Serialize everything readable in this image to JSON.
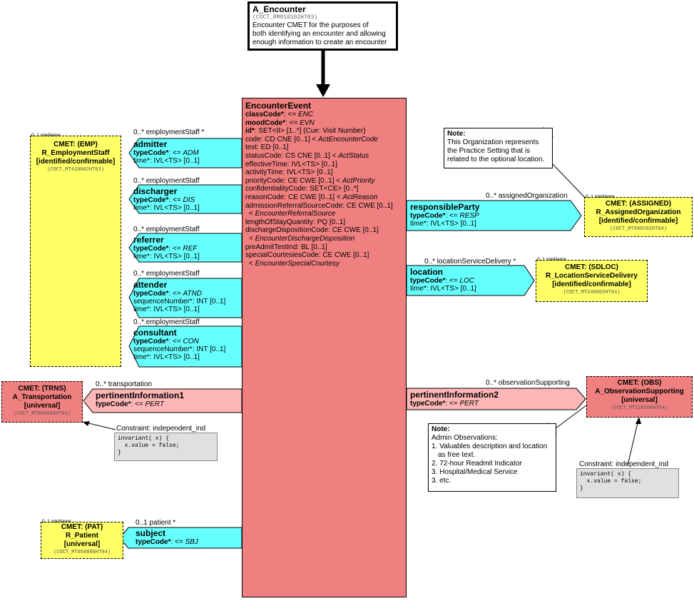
{
  "entry": {
    "title": "A_Encounter",
    "code": "(COCT_RM010102HT03)",
    "desc1": "Encounter CMET for the purposes of",
    "desc2": "both identifying an encounter and allowing",
    "desc3": "enough information to create an encounter"
  },
  "event": {
    "title": "EncounterEvent",
    "attrs": [
      {
        "name": "classCode*",
        "rest": ": <= ",
        "ital": "ENC",
        "bold": true
      },
      {
        "name": "moodCode*",
        "rest": ": <= ",
        "ital": "EVN",
        "bold": true
      },
      {
        "name": "id*",
        "rest": ": SET<II> [1..*] (Cue: Visit Number)",
        "ital": "",
        "bold": true
      },
      {
        "name": "code",
        "rest": ": CD CNE [0..1] < ",
        "ital": "ActEncounterCode",
        "bold": false
      },
      {
        "name": "text",
        "rest": ": ED [0..1]",
        "ital": "",
        "bold": false
      },
      {
        "name": "statusCode",
        "rest": ": CS CNE [0..1] < ",
        "ital": "ActStatus",
        "bold": false
      },
      {
        "name": "effectiveTime",
        "rest": ": IVL<TS> [0..1]",
        "ital": "",
        "bold": false
      },
      {
        "name": "activityTime",
        "rest": ": IVL<TS> [0..1]",
        "ital": "",
        "bold": false
      },
      {
        "name": "priorityCode",
        "rest": ": CE CWE [0..1] < ",
        "ital": "ActPriority",
        "bold": false
      },
      {
        "name": "confidentialityCode",
        "rest": ": SET<CE> [0..*]",
        "ital": "",
        "bold": false
      },
      {
        "name": "reasonCode",
        "rest": ": CE CWE [0..1] < ",
        "ital": "ActReason",
        "bold": false
      },
      {
        "name": "admissionReferralSourceCode",
        "rest": ": CE CWE [0..1]",
        "ital": "",
        "bold": false
      },
      {
        "name": "",
        "rest": "< ",
        "ital": "EncounterReferralSource",
        "bold": false,
        "indent": true
      },
      {
        "name": "lengthOfStayQuantity",
        "rest": ": PQ [0..1]",
        "ital": "",
        "bold": false
      },
      {
        "name": "dischargeDispositionCode",
        "rest": ": CE CWE [0..1]",
        "ital": "",
        "bold": false
      },
      {
        "name": "",
        "rest": "< ",
        "ital": "EncounterDischargeDisposition",
        "bold": false,
        "indent": true
      },
      {
        "name": "preAdmitTestInd",
        "rest": ": BL [0..1]",
        "ital": "",
        "bold": false
      },
      {
        "name": "specialCourtesiesCode",
        "rest": ": CE CWE [0..1]",
        "ital": "",
        "bold": false
      },
      {
        "name": "",
        "rest": "< ",
        "ital": "EncounterSpecialCourtesy",
        "bold": false,
        "indent": true
      }
    ]
  },
  "left_rels": {
    "admitter": {
      "label": "0..* employmentStaff  *",
      "name": "admitter",
      "type_ital": "ADM",
      "time": "time*: IVL<TS> [0..1]"
    },
    "discharger": {
      "label": "0..* employmentStaff",
      "name": "discharger",
      "type_ital": "DIS",
      "time": "time*: IVL<TS> [0..1]"
    },
    "referrer": {
      "label": "0..* employmentStaff",
      "name": "referrer",
      "type_ital": "REF",
      "time": "time*: IVL<TS> [0..1]"
    },
    "attender": {
      "label": "0..* employmentStaff",
      "name": "attender",
      "type_ital": "ATND",
      "seq": "sequenceNumber*: INT [0..1]",
      "time": "time*: IVL<TS> [0..1]"
    },
    "consultant": {
      "label": "0..* employmentStaff",
      "name": "consultant",
      "type_ital": "CON",
      "seq": "sequenceNumber*: INT [0..1]",
      "time": "time*: IVL<TS> [0..1]"
    },
    "pertinent1": {
      "label": "0..* transportation",
      "name": "pertinentInformation1",
      "type_ital": "PERT"
    },
    "subject": {
      "label": "0..1 patient  *",
      "name": "subject",
      "type_ital": "SBJ"
    }
  },
  "right_rels": {
    "responsible": {
      "label": "0..* assignedOrganization",
      "name": "responsibleParty",
      "type_ital": "RESP",
      "time": "time*: IVL<TS> [0..1]"
    },
    "location": {
      "label": "0..* locationServiceDelivery  *",
      "name": "location",
      "type_ital": "LOC",
      "time": "time*: IVL<TS> [0..1]"
    },
    "pertinent2": {
      "label": "0..* observationSupporting",
      "name": "pertinentInformation2",
      "type_ital": "PERT"
    }
  },
  "type_prefix": "typeCode*",
  "type_mid": ": <= ",
  "cmets": {
    "emp": {
      "role": "0..1 roleName",
      "l1": "CMET: (EMP)",
      "l2": "R_EmploymentStaff",
      "l3": "[identified/confirmable]",
      "code": "(COCT_MT410002HT03)"
    },
    "trns": {
      "l1": "CMET: (TRNS)",
      "l2": "A_Transportation",
      "l3": "[universal]",
      "code": "(COCT_MT060003HT04)"
    },
    "pat": {
      "role": "0..1 roleName",
      "l1": "CMET: (PAT)",
      "l2": "R_Patient",
      "l3": "[universal]",
      "code": "(COCT_MT050000HT04)"
    },
    "assigned": {
      "role": "0..1 roleName",
      "l1": "CMET: (ASSIGNED)",
      "l2": "R_AssignedOrganization",
      "l3": "[identified/confirmable]",
      "code": "(COCT_MT090202HT04)"
    },
    "sdloc": {
      "role": "0..1 roleName",
      "l1": "CMET: (SDLOC)",
      "l2": "R_LocationServiceDelivery",
      "l3": "[identified/confirmable]",
      "code": "(COCT_MT240002HT03)"
    },
    "obs": {
      "l1": "CMET: (OBS)",
      "l2": "A_ObservationSupporting",
      "l3": "[universal]",
      "code": "(COCT_MT120200HT04)"
    }
  },
  "notes": {
    "org": {
      "title": "Note:",
      "l1": "This Organization represents",
      "l2": "the Practice Setting that is",
      "l3": "related to the optional location."
    },
    "obs": {
      "title": "Note:",
      "l1": "Admin Observations:",
      "l2": "1. Valuables description and location",
      "l3": "as free text.",
      "l4": "2. 72-hour Readmit Indicator",
      "l5": "3. Hospital/Medical Service",
      "l6": "3. etc."
    }
  },
  "constraints": {
    "left": {
      "label": "Constraint: independent_ind",
      "code": "invariant( x) {\n  x.value = false;\n}"
    },
    "right": {
      "label": "Constraint: independent_ind",
      "code": "invariant( x) {\n  x.value = false;\n}"
    }
  },
  "colors": {
    "cyan": "#66ffff",
    "pink": "#ffb6b6",
    "classRed": "#f08080",
    "yellow": "#ffff66"
  }
}
